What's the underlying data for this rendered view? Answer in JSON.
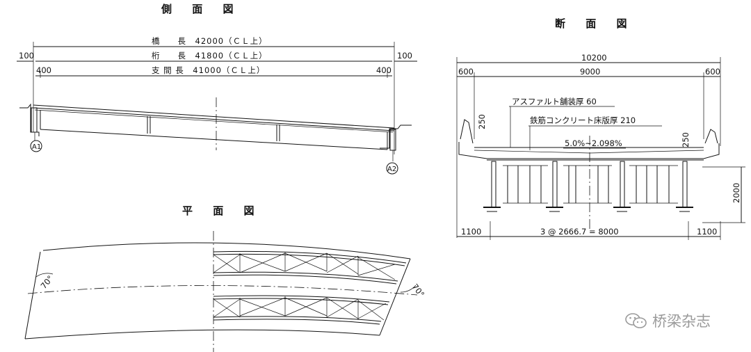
{
  "side_view": {
    "title": "側 面 図",
    "bridge_length": "橋　　長　42000（ＣＬ上）",
    "girder_length": "桁　　長　41800（ＣＬ上）",
    "span_length": "支 間 長　41000（ＣＬ上）",
    "left_offset_100": "100",
    "right_offset_100": "100",
    "left_offset_400": "400",
    "right_offset_400": "400",
    "abutment_a1": "A1",
    "abutment_a2": "A2"
  },
  "plan_view": {
    "title": "平 面 図",
    "skew_left": "70°",
    "skew_right": "70°"
  },
  "section_view": {
    "title": "断 面 図",
    "total_width": "10200",
    "left_barrier": "600",
    "roadway": "9000",
    "right_barrier": "600",
    "asphalt": "アスファルト舗装厚 60",
    "slab": "鉄筋コンクリート床版厚 210",
    "slope": "5.0%~2.098%",
    "curb_left": "250",
    "curb_right": "250",
    "girder_height": "2000",
    "left_overhang": "1100",
    "girder_spacing": "3 @ 2666.7 = 8000",
    "right_overhang": "1100"
  },
  "watermark": {
    "text": "桥梁杂志",
    "icon": "wechat-icon"
  }
}
